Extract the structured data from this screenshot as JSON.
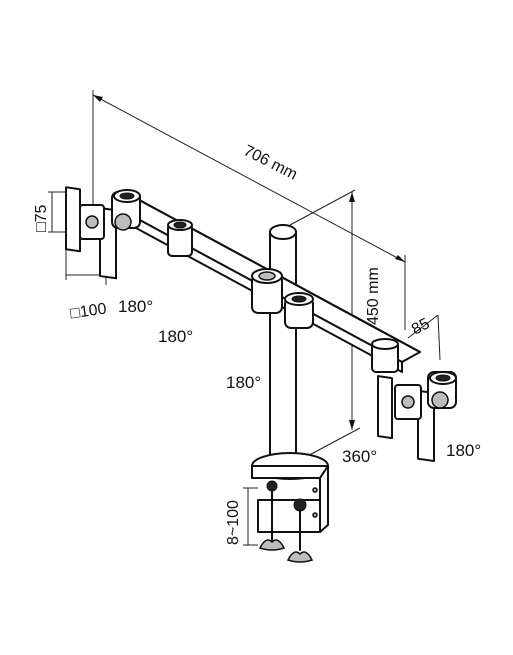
{
  "dimensions": {
    "width": "706 mm",
    "height": "450 mm",
    "arm_depth": "85",
    "vesa_square_a": "□75",
    "vesa_square_b": "□100",
    "clamp_range": "8~100"
  },
  "rotations": {
    "left_tilt": "180°",
    "left_arm": "180°",
    "center_arm": "180°",
    "base": "360°",
    "right_tilt": "180°"
  }
}
